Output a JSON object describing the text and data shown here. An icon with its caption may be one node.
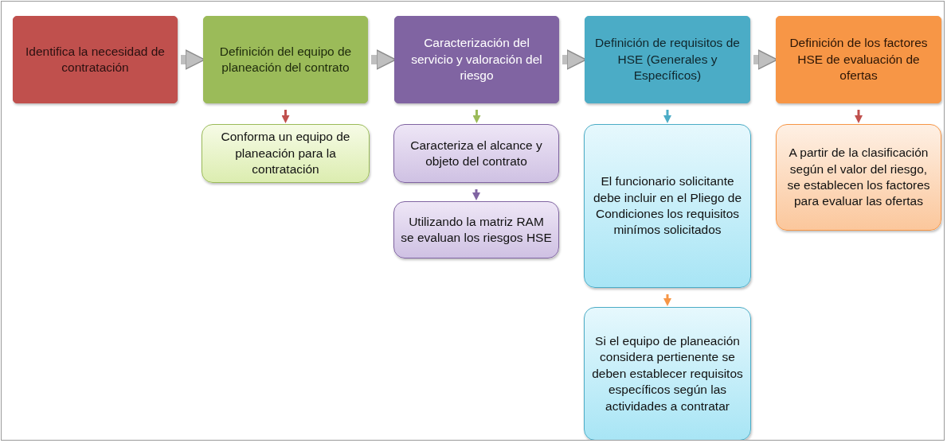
{
  "diagram": {
    "nodes": [
      {
        "text": [
          "Identifica la necesidad de contratación"
        ]
      },
      {
        "text": [
          "Definición del equipo de planeación del contrato"
        ]
      },
      {
        "text": [
          "Caracterización del servicio y valoración del riesgo"
        ]
      },
      {
        "text": [
          "Definición de requisitos de HSE (Generales y Específicos)"
        ]
      },
      {
        "text": [
          "Definición de los factores HSE de evaluación de ofertas"
        ]
      },
      {
        "text": [
          "Conforma un equipo de planeación para la contratación"
        ]
      },
      {
        "text": [
          "Caracteriza el alcance y objeto del contrato"
        ]
      },
      {
        "text": [
          "Utilizando la matriz RAM se evaluan los riesgos HSE"
        ]
      },
      {
        "text": [
          "El funcionario solicitante debe incluir  en el Pliego de Condiciones los requisitos minímos solicitados"
        ]
      },
      {
        "text": [
          "Si el equipo de planeación considera pertienente se deben establecer  requisitos específicos  según las actividades a contratar"
        ]
      },
      {
        "text": [
          "A partir de la clasificación según el valor del riesgo, se establecen los factores para evaluar  las ofertas"
        ]
      }
    ],
    "edges": [
      {
        "from": 0,
        "to": 1,
        "arrow": "to",
        "style": "thick",
        "color": "#bfbfbf"
      },
      {
        "from": 1,
        "to": 2,
        "arrow": "to",
        "style": "thick",
        "color": "#bfbfbf"
      },
      {
        "from": 2,
        "to": 3,
        "arrow": "to",
        "style": "thick",
        "color": "#bfbfbf"
      },
      {
        "from": 3,
        "to": 4,
        "arrow": "to",
        "style": "thick",
        "color": "#bfbfbf"
      },
      {
        "from": 1,
        "to": 5,
        "arrow": "to",
        "color": "#c0504d"
      },
      {
        "from": 2,
        "to": 6,
        "arrow": "to",
        "color": "#9bbb59"
      },
      {
        "from": 6,
        "to": 7,
        "arrow": "to",
        "color": "#8064a2"
      },
      {
        "from": 3,
        "to": 8,
        "arrow": "to",
        "color": "#4bacc6"
      },
      {
        "from": 8,
        "to": 9,
        "arrow": "to",
        "color": "#f79646"
      },
      {
        "from": 4,
        "to": 10,
        "arrow": "to",
        "color": "#c0504d"
      }
    ]
  }
}
